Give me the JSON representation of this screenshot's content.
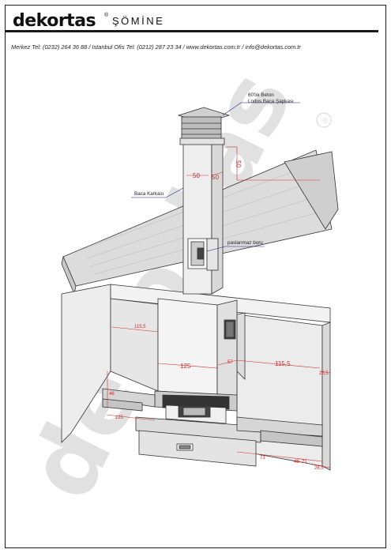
{
  "header": {
    "logo_text": "dekortas",
    "registered_mark": "®",
    "brand_suffix": "ŞÖMİNE",
    "contact": "Merkez Tel: (0232) 264 36 88  /  Istanbul Ofis Tel: (0212) 287 23 34  / www.dekortas.com.tr / info@dekortas.com.tr"
  },
  "watermark": {
    "text": "dekortas",
    "registered_mark": "®"
  },
  "labels": {
    "cap_line1": "60'lık Beton",
    "cap_line2": "Lodos Baca Şapkası",
    "chimney_frame": "Baca Karkası",
    "steel_pipe": "paslanmaz boru"
  },
  "dimensions": {
    "chimney_width": "50",
    "chimney_depth": "50",
    "chimney_side": "50",
    "left_wall_top": "115,5",
    "front_width": "125",
    "center_small": "57",
    "right_wall_top": "115,5",
    "right_edge": "26,5",
    "left_depth": "46",
    "hearth_left": "125",
    "hearth_mid": "73",
    "hearth_right": "48",
    "right_bottom": "26,5",
    "right_bottom_small": "21"
  },
  "colors": {
    "accent_red": "#d12a2a",
    "line": "#333333",
    "wall": "#e9e9e9",
    "roof": "#dadada"
  }
}
